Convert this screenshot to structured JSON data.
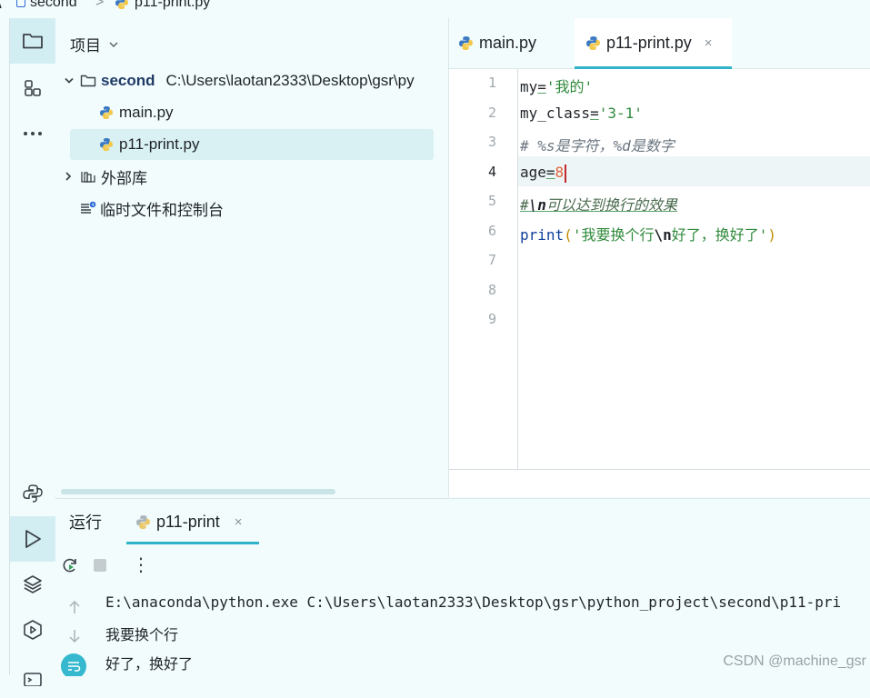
{
  "breadcrumb": {
    "folder": "second",
    "separator": ">",
    "file": "p11-print.py"
  },
  "activity_bar": {
    "items": [
      {
        "icon": "folder-icon",
        "active": true
      },
      {
        "icon": "structure-icon",
        "active": false
      },
      {
        "icon": "more-icon",
        "active": false
      }
    ],
    "bottom_items": [
      {
        "icon": "python-console-icon",
        "active": false
      },
      {
        "icon": "run-icon",
        "active": true
      },
      {
        "icon": "layers-icon",
        "active": false
      },
      {
        "icon": "services-icon",
        "active": false
      },
      {
        "icon": "terminal-icon",
        "active": false
      }
    ]
  },
  "project": {
    "header": "项目",
    "root": {
      "name": "second",
      "path": "C:\\Users\\laotan2333\\Desktop\\gsr\\py"
    },
    "files": [
      {
        "name": "main.py",
        "selected": false
      },
      {
        "name": "p11-print.py",
        "selected": true
      }
    ],
    "external_libraries": "外部库",
    "scratches": "临时文件和控制台"
  },
  "editor": {
    "tabs": [
      {
        "label": "main.py",
        "active": false
      },
      {
        "label": "p11-print.py",
        "active": true,
        "close": "×"
      }
    ],
    "current_line": 4,
    "line_numbers": [
      "1",
      "2",
      "3",
      "4",
      "5",
      "6",
      "7",
      "8",
      "9"
    ],
    "code": {
      "l1_var": "my",
      "l1_op": "=",
      "l1_str": "'我的'",
      "l2_var": "my_class",
      "l2_op": "=",
      "l2_str": "'3-1'",
      "l3_comment": "# %s是字符，%d是数字",
      "l4_var": "age",
      "l4_op": "=",
      "l4_num": "8",
      "l5_hash": "#",
      "l5_esc": "\\n",
      "l5_rest": "可以达到换行的效果",
      "l6_func": "print",
      "l6_lparen": "(",
      "l6_str1": "'我要换个行",
      "l6_esc": "\\n",
      "l6_str2": "好了，换好了'",
      "l6_rparen": ")"
    }
  },
  "run": {
    "tabs": [
      {
        "label": "运行",
        "active": false
      },
      {
        "label": "p11-print",
        "active": true,
        "close": "×"
      }
    ],
    "toolbar": {
      "menu_glyph": "⋮"
    },
    "output": [
      "E:\\anaconda\\python.exe C:\\Users\\laotan2333\\Desktop\\gsr\\python_project\\second\\p11-pri",
      "我要换个行",
      "好了，换好了"
    ]
  },
  "watermark": "CSDN @machine_gsr",
  "colors": {
    "accent": "#2fb3c9",
    "string": "#2f8a3b",
    "number": "#e0623a",
    "keyword": "#0f3f9a"
  }
}
